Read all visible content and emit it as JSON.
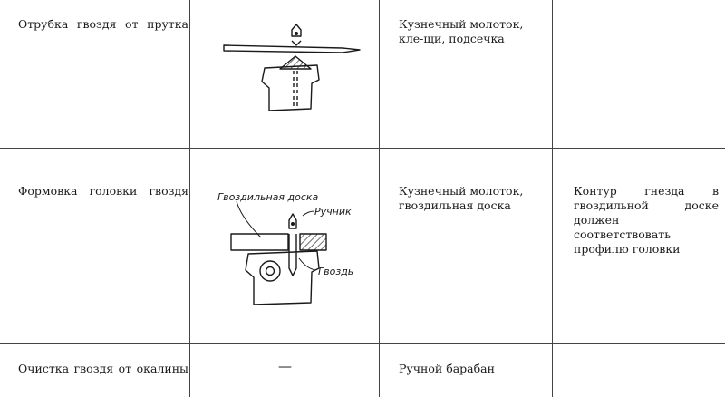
{
  "rows": [
    {
      "operation": "Отрубка гвоздя от прутка",
      "tools": "Кузнечный молоток, кле-щи, подсечка",
      "note": ""
    },
    {
      "operation": "Формовка головки гвоздя",
      "tools": "Кузнечный молоток, гвоздильная доска",
      "note": "Контур гнезда в гвоздильной доске должен соответствовать профилю головки",
      "figure_labels": {
        "board": "Гвоздильная доска",
        "hammer": "Ручник",
        "nail": "Гвоздь"
      }
    },
    {
      "operation": "Очистка гвоздя от окалины",
      "sketch_dash": "—",
      "tools": "Ручной барабан",
      "note": ""
    }
  ]
}
